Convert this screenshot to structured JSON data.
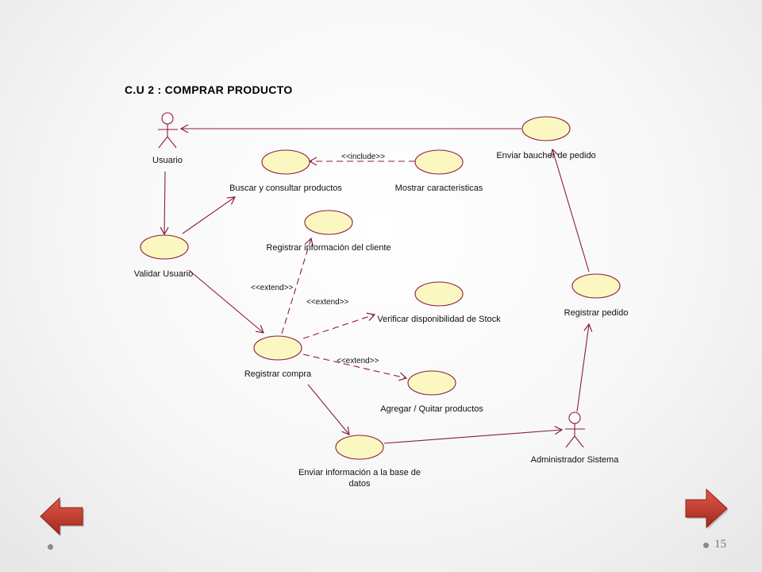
{
  "slide": {
    "title": "C.U 2 : COMPRAR PRODUCTO",
    "page_number": "15"
  },
  "colors": {
    "use_case_fill": "#fbf7c1",
    "use_case_stroke": "#8b1d3e",
    "line": "#8b1d3e",
    "nav_button": "#c0392b"
  },
  "actors": {
    "usuario": "Usuario",
    "admin": "Administrador Sistema"
  },
  "use_cases": {
    "buscar": "Buscar y consultar productos",
    "mostrar": "Mostrar caracteristicas",
    "registrar_info": "Registrar información del cliente",
    "validar": "Validar Usuario",
    "verificar": "Verificar disponibilidad de Stock",
    "registrar_compra": "Registrar compra",
    "agregar": "Agregar / Quitar productos",
    "enviar_info_1": "Enviar información a la base de",
    "enviar_info_2": "datos",
    "enviar_baucher": "Enviar baucher de pedido",
    "registrar_pedido": "Registrar pedido"
  },
  "stereotypes": {
    "include": "<<include>>",
    "extend_1": "<<extend>>",
    "extend_2": "<<extend>>",
    "extend_3": "<<extend>>"
  },
  "nav": {
    "prev_icon": "arrow-left-icon",
    "next_icon": "arrow-right-icon"
  }
}
